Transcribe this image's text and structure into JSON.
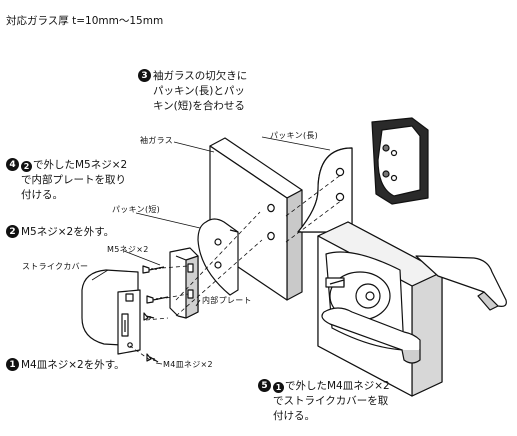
{
  "header": {
    "text": "対応ガラス厚 t=10mm〜15mm"
  },
  "parts": {
    "sode_glass": "袖ガラス",
    "packing_long": "パッキン(長)",
    "packing_short": "パッキン(短)",
    "strike_cover": "ストライクカバー",
    "m5_screw": "M5ネジ×2",
    "inner_plate": "内部プレート",
    "m4_screw": "M4皿ネジ×2"
  },
  "steps": {
    "s1": {
      "num": "1",
      "text": "M4皿ネジ×2を外す。"
    },
    "s2": {
      "num": "2",
      "text": "M5ネジ×2を外す。"
    },
    "s3": {
      "num": "3",
      "lines": [
        "袖ガラスの切欠きに",
        "パッキン(長)とパッ",
        "キン(短)を合わせる"
      ]
    },
    "s4": {
      "num": "4",
      "ref": "2",
      "lines": [
        "で外したM5ネジ×2",
        "で内部プレートを取り",
        "付ける。"
      ]
    },
    "s5": {
      "num": "5",
      "ref": "1",
      "lines": [
        "で外したM4皿ネジ×2",
        "でストライクカバーを取",
        "付ける。"
      ]
    }
  }
}
